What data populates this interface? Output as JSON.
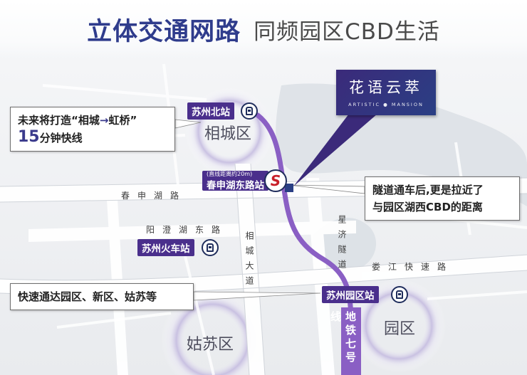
{
  "header": {
    "title_main": "立体交通网路",
    "title_sub": "同频园区CBD生活"
  },
  "brand": {
    "name_cn": "花语云萃",
    "name_en": "ARTISTIC ● MANSION"
  },
  "callouts": {
    "xiangcheng_line1_pre": "未来将打造“相城",
    "xiangcheng_arrow": "→",
    "xiangcheng_line1_post": "虹桥”",
    "xiangcheng_minutes": "15",
    "xiangcheng_line2_rest": "分钟快线",
    "tunnel_line1": "隧道通车后,更是拉近了",
    "tunnel_line2": "与园区湖西CBD的距离",
    "reach": "快速通达园区、新区、姑苏等"
  },
  "stations": {
    "north": "苏州北站",
    "chunshen_note": "(直线距离约20m)",
    "chunshen": "春申湖东路站",
    "train": "苏州火车站",
    "park": "苏州园区站"
  },
  "districts": {
    "xiangcheng": "相城区",
    "gusu": "姑苏区",
    "yuanqu": "园区"
  },
  "roads": {
    "chunshen_road": "春申湖路",
    "yangcheng_road": "阳澄湖东路",
    "xiangcheng_avenue": "相城大道",
    "xingji_tunnel": "星济隧道",
    "loujiang_express": "娄江快速路"
  },
  "metro": {
    "line_label": "地铁七号线",
    "logo_text": "S"
  },
  "colors": {
    "title": "#2f3c8c",
    "metro_line": "#8a5fc4",
    "station_tag": "#4a2f8c",
    "brand_bg": "#3b2a7a"
  }
}
